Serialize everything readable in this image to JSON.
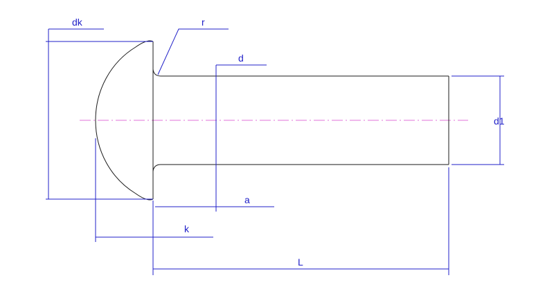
{
  "drawing": {
    "labels": {
      "dk": "dk",
      "r": "r",
      "d": "d",
      "d1": "d1",
      "a": "a",
      "k": "k",
      "L": "L"
    },
    "colors": {
      "outline": "#1a1a1a",
      "dimension": "#1f1fc8",
      "centerline": "#e070d8"
    }
  }
}
